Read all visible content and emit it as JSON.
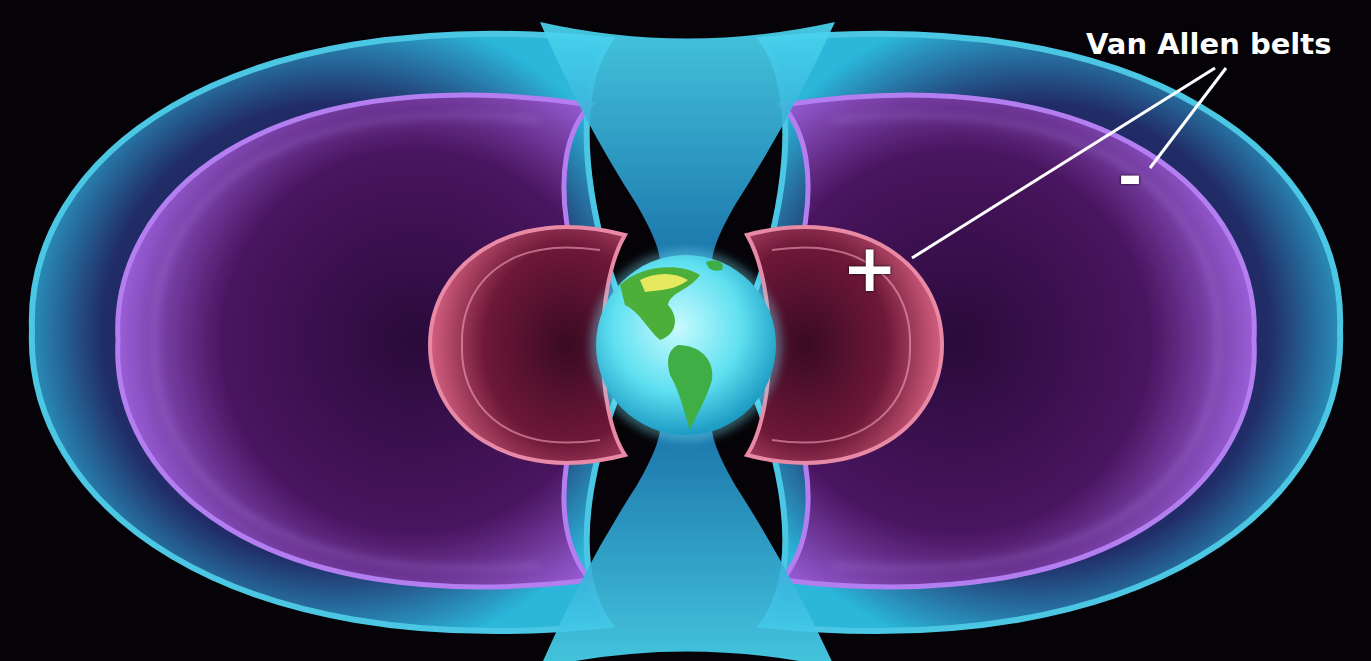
{
  "diagram": {
    "labels": [
      "Van Allen belts",
      "+",
      "-"
    ]
  }
}
